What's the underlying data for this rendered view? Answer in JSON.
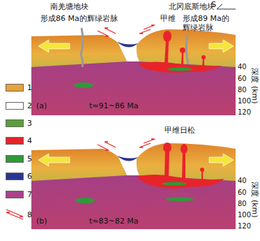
{
  "diagram": {
    "labels": [
      "S",
      "南羌塘地块",
      "北冈底斯地块",
      "甲维",
      "形成86 Ma的辉绿岩脉",
      "形成89 Ma的辉绿岩脉",
      "(a)",
      "t≈91~86 Ma",
      "40",
      "60",
      "80",
      "100",
      "120",
      "深度 (km)",
      "甲维日松",
      "(b)",
      "t≈83~82 Ma",
      "40",
      "60",
      "80",
      "100",
      "120",
      "深度 (km)"
    ],
    "legend": [
      {
        "text": "1",
        "color": "#e8a23a"
      },
      {
        "text": "2",
        "color": "#ffffff"
      },
      {
        "text": "3",
        "color": "#5a9e3c"
      },
      {
        "text": "4",
        "color": "#e8242a"
      },
      {
        "text": "5",
        "color": "#2e9a3a"
      },
      {
        "text": "6",
        "color": "#2a3590"
      },
      {
        "text": "7",
        "color": "#a8428a"
      },
      {
        "text": "8"
      }
    ]
  }
}
